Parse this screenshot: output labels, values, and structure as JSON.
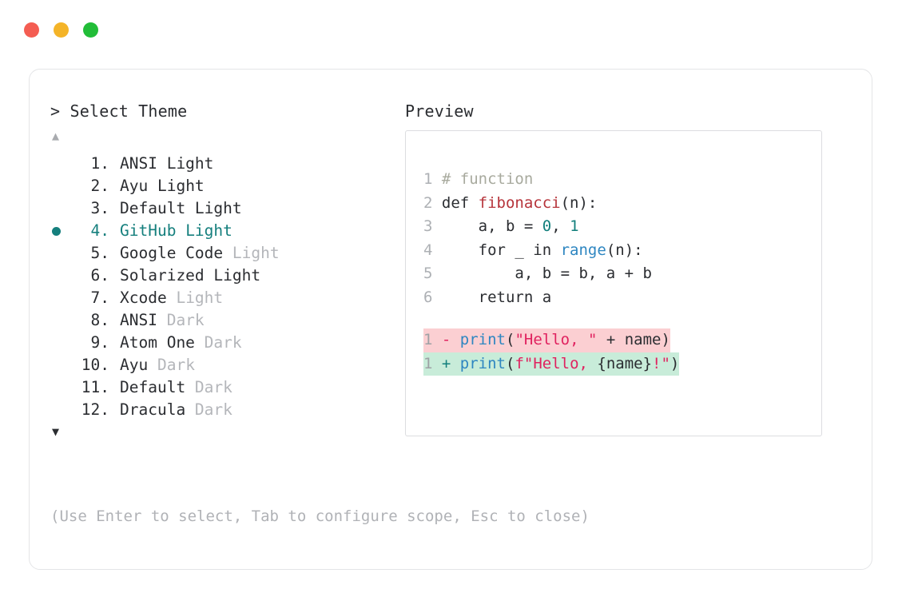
{
  "window": {
    "traffic_lights": [
      {
        "name": "close",
        "color": "#f45d52"
      },
      {
        "name": "minimize",
        "color": "#f4b428"
      },
      {
        "name": "maximize",
        "color": "#22bd38"
      }
    ]
  },
  "colors": {
    "accent_teal": "#157f7d",
    "text": "#2b2d31",
    "dim": "#b4b6ba",
    "border": "#e4e5e7",
    "preview_border": "#dcdde0",
    "diff_del_bg": "#fbcfd2",
    "diff_add_bg": "#c8ecd9",
    "string": "#e0225f",
    "function": "#b6343b",
    "builtin": "#2e86c1",
    "comment": "#a8aa9e",
    "number": "#127f7c"
  },
  "selector": {
    "prompt": ">",
    "heading": "Select Theme",
    "scroll_up": "▲",
    "scroll_down": "▼",
    "selected_index": 4,
    "items": [
      {
        "num": "1.",
        "name": "ANSI",
        "suffix": "Light",
        "suffix_dim": false,
        "selected": false
      },
      {
        "num": "2.",
        "name": "Ayu",
        "suffix": "Light",
        "suffix_dim": false,
        "selected": false
      },
      {
        "num": "3.",
        "name": "Default",
        "suffix": "Light",
        "suffix_dim": false,
        "selected": false
      },
      {
        "num": "4.",
        "name": "GitHub",
        "suffix": "Light",
        "suffix_dim": false,
        "selected": true
      },
      {
        "num": "5.",
        "name": "Google Code",
        "suffix": "Light",
        "suffix_dim": true,
        "selected": false
      },
      {
        "num": "6.",
        "name": "Solarized",
        "suffix": "Light",
        "suffix_dim": false,
        "selected": false
      },
      {
        "num": "7.",
        "name": "Xcode",
        "suffix": "Light",
        "suffix_dim": true,
        "selected": false
      },
      {
        "num": "8.",
        "name": "ANSI",
        "suffix": "Dark",
        "suffix_dim": true,
        "selected": false
      },
      {
        "num": "9.",
        "name": "Atom One",
        "suffix": "Dark",
        "suffix_dim": true,
        "selected": false
      },
      {
        "num": "10.",
        "name": "Ayu",
        "suffix": "Dark",
        "suffix_dim": true,
        "selected": false
      },
      {
        "num": "11.",
        "name": "Default",
        "suffix": "Dark",
        "suffix_dim": true,
        "selected": false
      },
      {
        "num": "12.",
        "name": "Dracula",
        "suffix": "Dark",
        "suffix_dim": true,
        "selected": false
      }
    ]
  },
  "preview": {
    "heading": "Preview",
    "code_lines": [
      {
        "ln": "1",
        "tokens": [
          {
            "t": "# function",
            "c": "comment"
          }
        ]
      },
      {
        "ln": "2",
        "tokens": [
          {
            "t": "def ",
            "c": "plain"
          },
          {
            "t": "fibonacci",
            "c": "fn"
          },
          {
            "t": "(n):",
            "c": "plain"
          }
        ]
      },
      {
        "ln": "3",
        "tokens": [
          {
            "t": "    a, b = ",
            "c": "plain"
          },
          {
            "t": "0",
            "c": "num"
          },
          {
            "t": ", ",
            "c": "plain"
          },
          {
            "t": "1",
            "c": "num"
          }
        ]
      },
      {
        "ln": "4",
        "tokens": [
          {
            "t": "    for _ in ",
            "c": "plain"
          },
          {
            "t": "range",
            "c": "builtin"
          },
          {
            "t": "(n):",
            "c": "plain"
          }
        ]
      },
      {
        "ln": "5",
        "tokens": [
          {
            "t": "        a, b = b, a + b",
            "c": "plain"
          }
        ]
      },
      {
        "ln": "6",
        "tokens": [
          {
            "t": "    return a",
            "c": "plain"
          }
        ]
      }
    ],
    "diff_lines": [
      {
        "ln": "1",
        "sign": "-",
        "kind": "del",
        "tokens": [
          {
            "t": "print",
            "c": "builtin"
          },
          {
            "t": "(",
            "c": "plain"
          },
          {
            "t": "\"Hello, \"",
            "c": "str"
          },
          {
            "t": " + name)",
            "c": "plain"
          }
        ]
      },
      {
        "ln": "1",
        "sign": "+",
        "kind": "add",
        "tokens": [
          {
            "t": "print",
            "c": "builtin"
          },
          {
            "t": "(",
            "c": "plain"
          },
          {
            "t": "f\"Hello, ",
            "c": "str"
          },
          {
            "t": "{name}",
            "c": "plain"
          },
          {
            "t": "!\"",
            "c": "str"
          },
          {
            "t": ")",
            "c": "plain"
          }
        ]
      }
    ]
  },
  "footer": {
    "hint": "(Use Enter to select, Tab to configure scope, Esc to close)"
  }
}
